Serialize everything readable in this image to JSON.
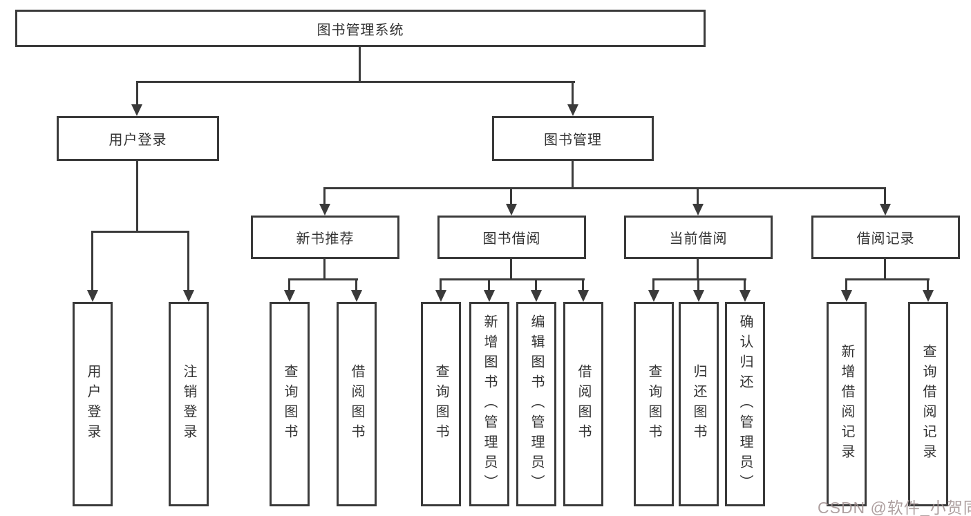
{
  "diagram": {
    "tree": {
      "root": {
        "label": "图书管理系统"
      },
      "children": [
        {
          "label": "用户登录",
          "children": [
            {
              "label": "用户登录"
            },
            {
              "label": "注销登录"
            }
          ]
        },
        {
          "label": "图书管理",
          "children": [
            {
              "label": "新书推荐",
              "children": [
                {
                  "label": "查询图书"
                },
                {
                  "label": "借阅图书"
                }
              ]
            },
            {
              "label": "图书借阅",
              "children": [
                {
                  "label": "查询图书"
                },
                {
                  "label": "新增图书（管理员）"
                },
                {
                  "label": "编辑图书（管理员）"
                },
                {
                  "label": "借阅图书"
                }
              ]
            },
            {
              "label": "当前借阅",
              "children": [
                {
                  "label": "查询图书"
                },
                {
                  "label": "归还图书"
                },
                {
                  "label": "确认归还（管理员）"
                }
              ]
            },
            {
              "label": "借阅记录",
              "children": [
                {
                  "label": "新增借阅记录"
                },
                {
                  "label": "查询借阅记录"
                }
              ]
            }
          ]
        }
      ]
    },
    "colors": {
      "line": "#3a3a3a",
      "box_border": "#3a3a3a",
      "text": "#333333",
      "background": "#ffffff",
      "watermark": "#a09090"
    }
  },
  "watermark": {
    "text": "CSDN @软件_小贺同学"
  }
}
